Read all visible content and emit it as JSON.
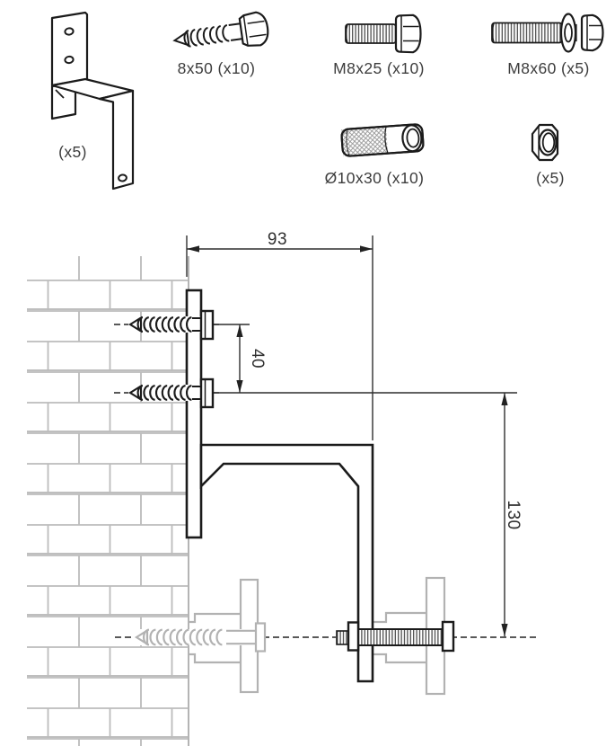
{
  "parts": {
    "bracket": {
      "label": "(x5)"
    },
    "lag_screw": {
      "label": "8x50 (x10)"
    },
    "bolt_short": {
      "label": "M8x25 (x10)"
    },
    "bolt_long": {
      "label": "M8x60 (x5)"
    },
    "anchor": {
      "label": "Ø10x30 (x10)"
    },
    "nut": {
      "label": "(x5)"
    }
  },
  "dimensions": {
    "top_width": "93",
    "screw_spacing": "40",
    "bolt_offset": "130"
  },
  "colors": {
    "line": "#1b1b1b",
    "ghost": "#b2b2b2",
    "brick": "#bcbcbc",
    "dimension": "#2f2f2f"
  }
}
